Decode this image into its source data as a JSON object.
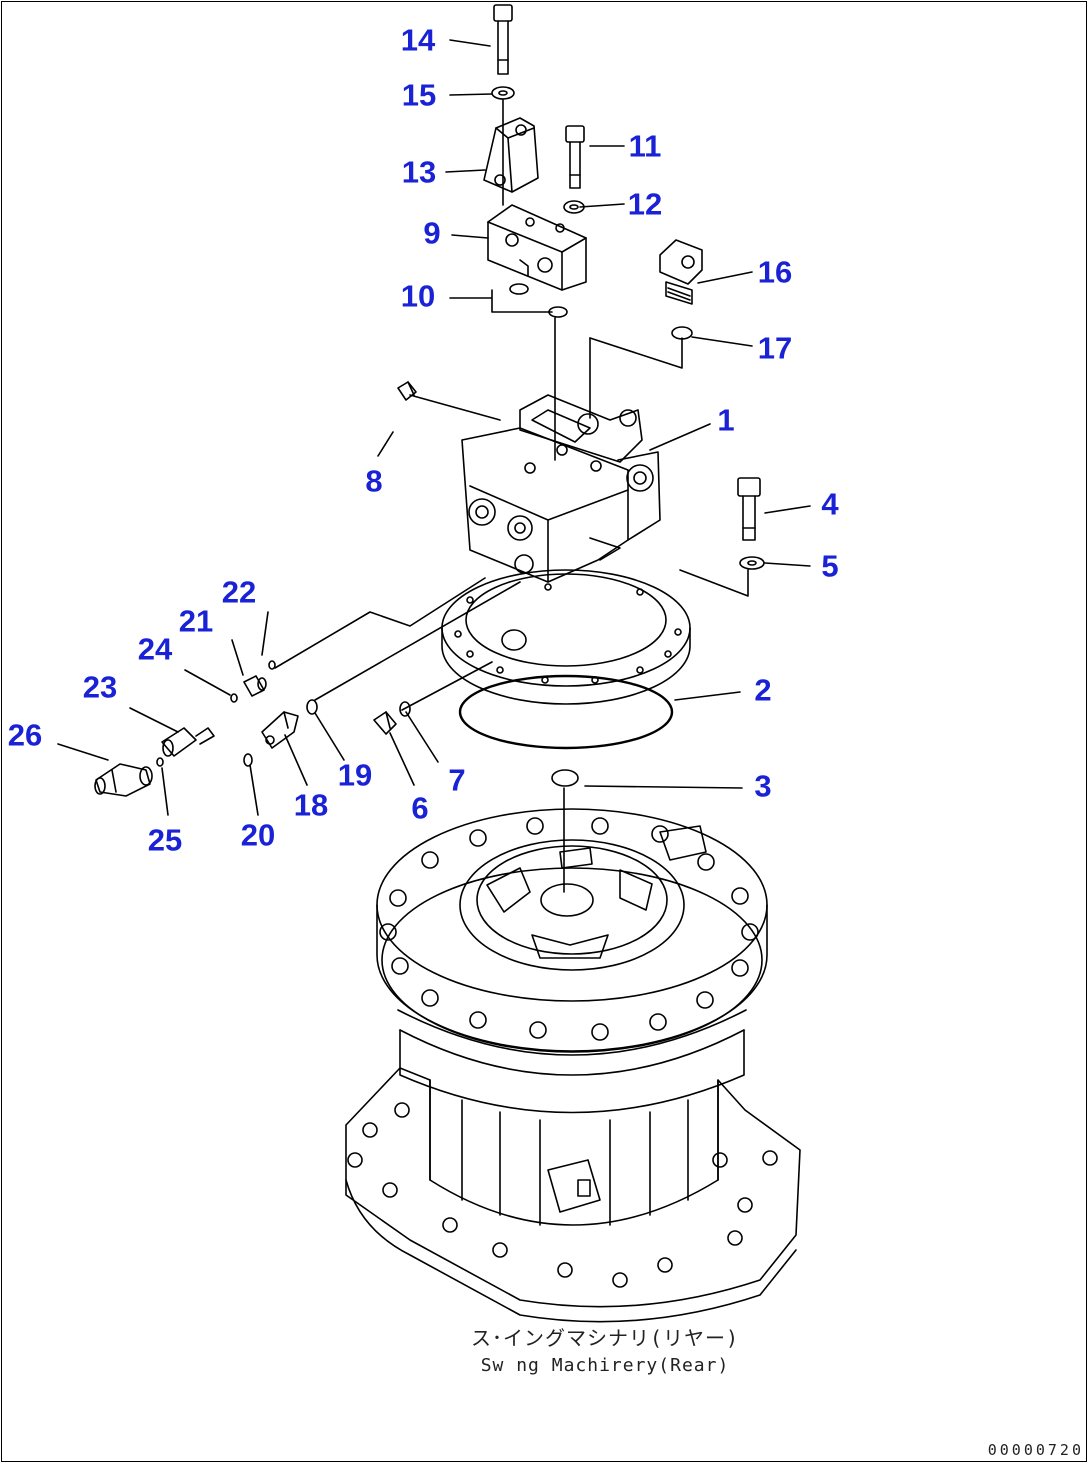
{
  "callouts": [
    {
      "n": "1"
    },
    {
      "n": "2"
    },
    {
      "n": "3"
    },
    {
      "n": "4"
    },
    {
      "n": "5"
    },
    {
      "n": "6"
    },
    {
      "n": "7"
    },
    {
      "n": "8"
    },
    {
      "n": "9"
    },
    {
      "n": "10"
    },
    {
      "n": "11"
    },
    {
      "n": "12"
    },
    {
      "n": "13"
    },
    {
      "n": "14"
    },
    {
      "n": "15"
    },
    {
      "n": "16"
    },
    {
      "n": "17"
    },
    {
      "n": "18"
    },
    {
      "n": "19"
    },
    {
      "n": "20"
    },
    {
      "n": "21"
    },
    {
      "n": "22"
    },
    {
      "n": "23"
    },
    {
      "n": "24"
    },
    {
      "n": "25"
    },
    {
      "n": "26"
    }
  ],
  "caption": {
    "jp": "ス･イングマシナリ(リヤー)",
    "en": "Sw ng Machirery(Rear)"
  },
  "drawing_number": "00000720",
  "colors": {
    "callout": "#1a22d6",
    "line": "#000000",
    "background": "#ffffff"
  }
}
